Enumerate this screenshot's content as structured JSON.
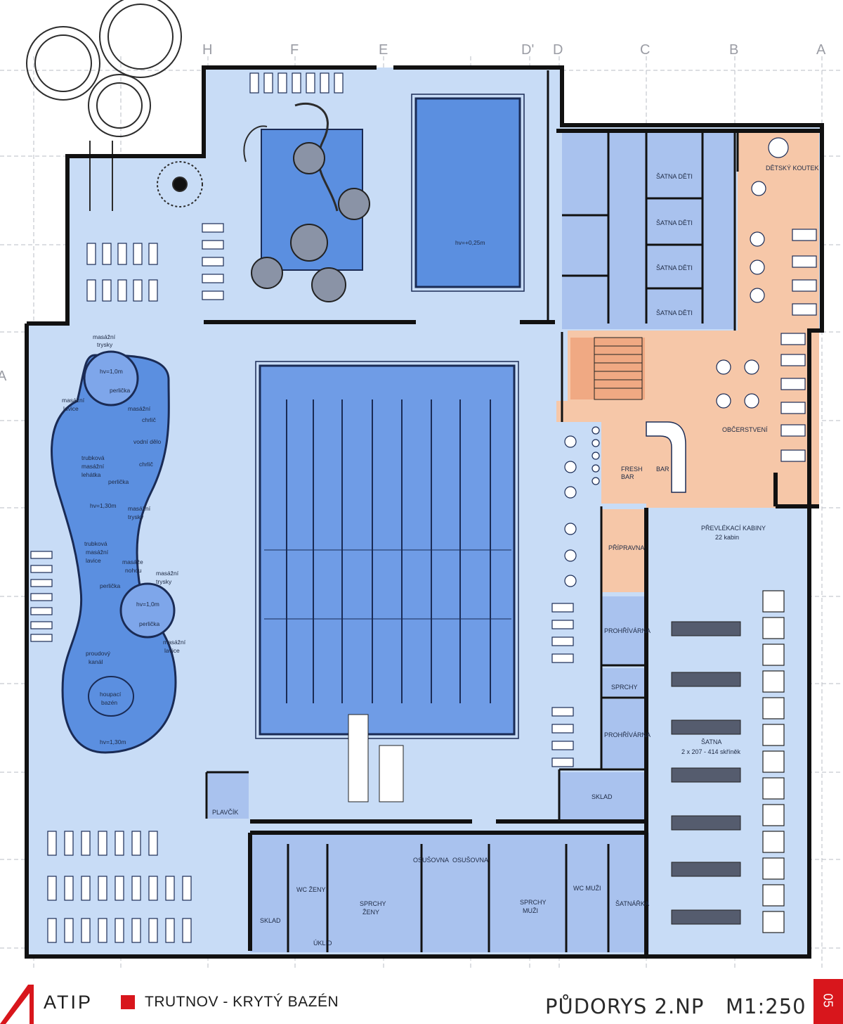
{
  "grid_labels_top": [
    "H",
    "F",
    "E",
    "D'",
    "D",
    "C",
    "B",
    "A"
  ],
  "grid_labels_left": [
    "A"
  ],
  "rooms": {
    "detsky_koutek": "DĚTSKÝ KOUTEK",
    "satna_deti": "ŠATNA DĚTI",
    "obcerstveni": "OBČERSTVENÍ",
    "fresh_bar": [
      "FRESH",
      "BAR"
    ],
    "bar": "BAR",
    "prevlekaci_kabiny": "PŘEVLÉKACÍ KABINY",
    "kabin_count": "22 kabin",
    "pripravna": "PŘÍPRAVNA",
    "prohrivarna": "PROHŘÍVÁRNA",
    "sprchy": "SPRCHY",
    "satna": "ŠATNA",
    "satna_capacity": "2 x 207 - 414 skříněk",
    "sklad": "SKLAD",
    "plavcik": "PLAVČÍK",
    "wc_zeny": "WC ŽENY",
    "sprchy_zeny": [
      "SPRCHY",
      "ŽENY"
    ],
    "osusovna": "OSUŠOVNA",
    "sprchy_muzi": [
      "SPRCHY",
      "MUŽI"
    ],
    "wc_muzi": "WC MUŽI",
    "satnarka": "ŠATNÁŘKA",
    "uklid": "ÚKLID"
  },
  "pool_depth_labels": {
    "small_pool": "hv=+0,25m",
    "leisure_1": "hv=1,30m",
    "leisure_2": "hv=1,30m",
    "whirl_1": "hv=1,0m",
    "whirl_2": "hv=1,0m"
  },
  "leisure_labels": {
    "masazni_trysky": [
      "masážní",
      "trysky"
    ],
    "masazni_lavice": [
      "masážní",
      "lavice"
    ],
    "masazni_short": "masážní",
    "chrlic": "chrlič",
    "vodni_delo": "vodní dělo",
    "trubkova_lehatka": [
      "trubková",
      "masážní",
      "lehátka"
    ],
    "trubkova_lavice": [
      "trubková",
      "masážní",
      "lavice"
    ],
    "masaze_nohou": [
      "masáže",
      "nohou"
    ],
    "perlicka": "perlička",
    "proudovy_kanal": [
      "proudový",
      "kanál"
    ],
    "houpaci_bazen": [
      "houpací",
      "bazén"
    ]
  },
  "footer": {
    "brand": "ATIP",
    "project": "TRUTNOV - KRYTÝ BAZÉN",
    "sheet_title": "PŮDORYS 2.NP",
    "scale": "M1:250",
    "sheet_number": "05"
  },
  "colors": {
    "hall_light": "#c8dcf6",
    "pool_blue": "#5b8fe0",
    "pool_main": "#6f9ce6",
    "rooms_blue": "#a9c2ee",
    "cafe_orange": "#f6c7a8",
    "wall": "#111111",
    "accent_red": "#d8161c"
  }
}
